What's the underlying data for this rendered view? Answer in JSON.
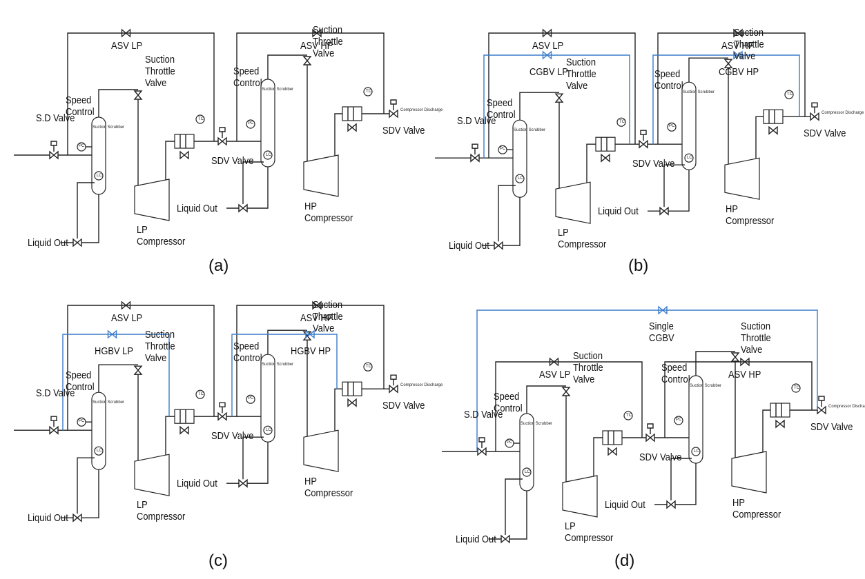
{
  "panels": [
    {
      "id": "a",
      "caption": "(a)",
      "labels": {
        "sd_valve": "S.D Valve",
        "speed_control": "Speed Control",
        "asv_lp": "ASV LP",
        "suction_throttle_lp": "Suction Throttle Valve",
        "sdv_mid": "SDV Valve",
        "speed_control_hp": "Speed Control",
        "asv_hp": "ASV HP",
        "suction_throttle_hp": "Suction Throttle Valve",
        "sdv_end": "SDV Valve",
        "liquid_out_lp": "Liquid Out",
        "liquid_out_hp": "Liquid Out",
        "lp_compressor": "LP Compressor",
        "hp_compressor": "HP Compressor"
      }
    },
    {
      "id": "b",
      "caption": "(b)",
      "labels": {
        "sd_valve": "S.D Valve",
        "speed_control": "Speed Control",
        "asv_lp": "ASV LP",
        "cgbv_lp": "CGBV LP",
        "suction_throttle_lp": "Suction Throttle Valve",
        "sdv_mid": "SDV Valve",
        "speed_control_hp": "Speed Control",
        "asv_hp": "ASV HP",
        "cgbv_hp": "CGBV HP",
        "suction_throttle_hp": "Suction Throttle Valve",
        "sdv_end": "SDV Valve",
        "liquid_out_lp": "Liquid Out",
        "liquid_out_hp": "Liquid Out",
        "lp_compressor": "LP Compressor",
        "hp_compressor": "HP Compressor"
      }
    },
    {
      "id": "c",
      "caption": "(c)",
      "labels": {
        "sd_valve": "S.D Valve",
        "speed_control": "Speed Control",
        "asv_lp": "ASV LP",
        "hgbv_lp": "HGBV LP",
        "suction_throttle_lp": "Suction Throttle Valve",
        "sdv_mid": "SDV Valve",
        "speed_control_hp": "Speed Control",
        "asv_hp": "ASV HP",
        "hgbv_hp": "HGBV HP",
        "suction_throttle_hp": "Suction Throttle Valve",
        "sdv_end": "SDV Valve",
        "liquid_out_lp": "Liquid Out",
        "liquid_out_hp": "Liquid Out",
        "lp_compressor": "LP Compressor",
        "hp_compressor": "HP Compressor"
      }
    },
    {
      "id": "d",
      "caption": "(d)",
      "labels": {
        "single_cgbv": "Single CGBV",
        "sd_valve": "S.D Valve",
        "speed_control": "Speed Control",
        "asv_lp": "ASV LP",
        "suction_throttle_lp": "Suction Throttle Valve",
        "sdv_mid": "SDV Valve",
        "speed_control_hp": "Speed Control",
        "asv_hp": "ASV HP",
        "suction_throttle_hp": "Suction Throttle Valve",
        "sdv_end": "SDV Valve",
        "liquid_out_lp": "Liquid Out",
        "liquid_out_hp": "Liquid Out",
        "lp_compressor": "LP Compressor",
        "hp_compressor": "HP Compressor"
      }
    }
  ],
  "equipment_text": {
    "scrubber": "Suction Scrubber",
    "pc": "PC",
    "lc": "LC",
    "tc": "TC",
    "compressor_discharge": "Compressor Discharge"
  },
  "colors": {
    "line": "#222222",
    "bypass_line": "#3a7bc8",
    "background": "#ffffff"
  }
}
